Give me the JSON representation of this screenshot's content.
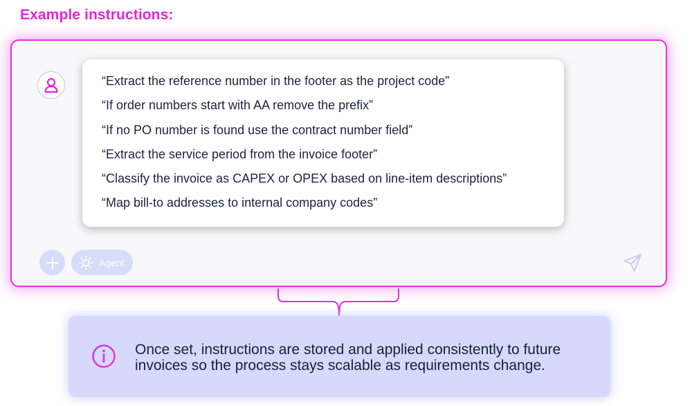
{
  "heading": "Example instructions:",
  "instructions": [
    "“Extract the reference number in the footer as the project code”",
    "“If order numbers start with AA remove the prefix”",
    "“If no PO number is found use the contract number field”",
    "“Extract the service period from the invoice footer”",
    "“Classify the invoice as CAPEX or OPEX based on line-item descriptions”",
    "“Map bill-to addresses to internal company codes”"
  ],
  "composer": {
    "agent_label": "Agent"
  },
  "info": {
    "text": "Once set, instructions are stored and applied consistently to future invoices so the process stays scalable as requirements change."
  },
  "icons": {
    "avatar": "user-icon",
    "plus": "plus-icon",
    "agent": "sun-icon",
    "send": "send-icon",
    "info": "info-icon"
  },
  "colors": {
    "accent": "#e623d8",
    "chip": "#d8dcfb",
    "info_bg": "#d6d9fc",
    "text": "#1a2340"
  }
}
